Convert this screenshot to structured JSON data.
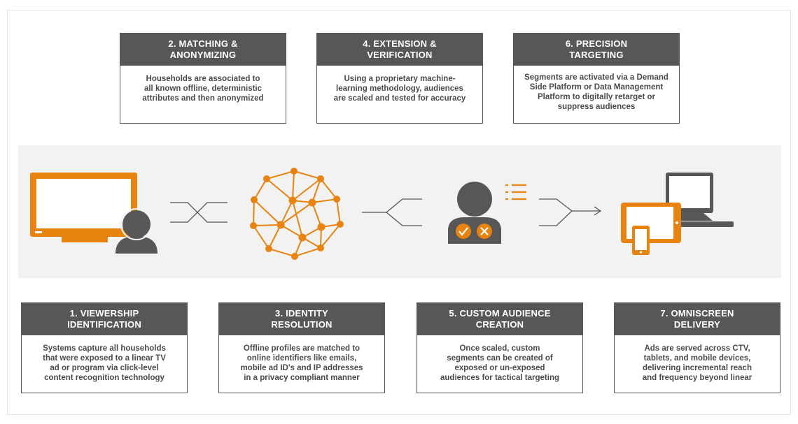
{
  "colors": {
    "accent": "#e8830f",
    "dark": "#575757",
    "band": "#f2f2f2",
    "text": "#4a4a4a",
    "connector": "#555555"
  },
  "steps_top": [
    {
      "title_lines": [
        "2.  MATCHING &",
        "ANONYMIZING"
      ],
      "body_lines": [
        "Households are associated to",
        "all known offline, deterministic",
        "attributes and then anonymized"
      ]
    },
    {
      "title_lines": [
        "4.  EXTENSION &",
        "VERIFICATION"
      ],
      "body_lines": [
        "Using a proprietary machine-",
        "learning methodology, audiences",
        "are scaled and tested for accuracy"
      ]
    },
    {
      "title_lines": [
        "6.  PRECISION",
        "TARGETING"
      ],
      "body_lines": [
        "Segments are activated via a Demand",
        "Side Platform or Data Management",
        "Platform to digitally retarget or",
        "suppress audiences"
      ]
    }
  ],
  "steps_bottom": [
    {
      "title_lines": [
        "1.  VIEWERSHIP",
        "IDENTIFICATION"
      ],
      "body_lines": [
        "Systems capture all households",
        "that were exposed to a linear TV",
        "ad or program via click-level",
        "content recognition technology"
      ]
    },
    {
      "title_lines": [
        "3.  IDENTITY",
        "RESOLUTION"
      ],
      "body_lines": [
        "Offline profiles are matched to",
        "online identifiers like emails,",
        "mobile ad ID's and IP addresses",
        "in a privacy compliant manner"
      ]
    },
    {
      "title_lines": [
        "5.  CUSTOM AUDIENCE",
        "CREATION"
      ],
      "body_lines": [
        "Once scaled, custom",
        "segments can be created of",
        "exposed or un-exposed",
        "audiences for tactical targeting"
      ]
    },
    {
      "title_lines": [
        "7.  OMNISCREEN",
        "DELIVERY"
      ],
      "body_lines": [
        "Ads are served across CTV,",
        "tablets, and mobile devices,",
        "delivering incremental reach",
        "and frequency beyond linear"
      ]
    }
  ],
  "icons": [
    "tv-viewer-icon",
    "network-icon",
    "audience-segment-icon",
    "multi-device-icon"
  ]
}
